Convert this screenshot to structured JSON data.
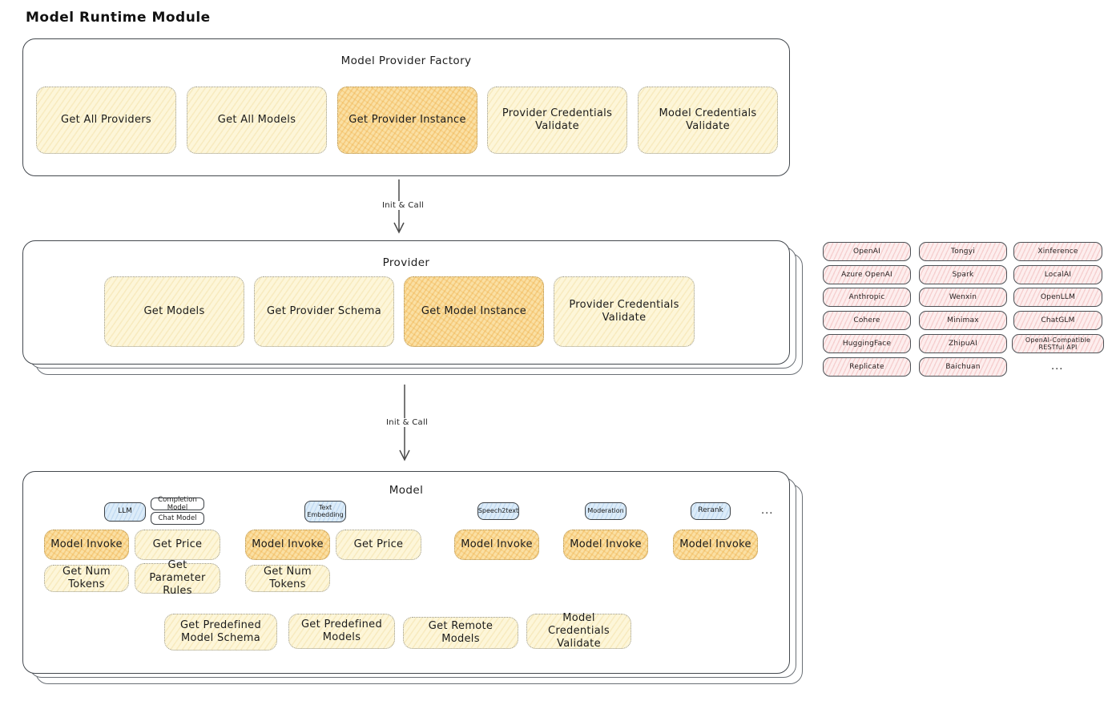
{
  "page_title": "Model Runtime Module",
  "factory": {
    "title": "Model Provider Factory",
    "buttons": [
      {
        "label": "Get All Providers",
        "highlight": false
      },
      {
        "label": "Get All Models",
        "highlight": false
      },
      {
        "label": "Get Provider Instance",
        "highlight": true
      },
      {
        "label": "Provider Credentials Validate",
        "highlight": false
      },
      {
        "label": "Model Credentials Validate",
        "highlight": false
      }
    ]
  },
  "arrows": {
    "factory_to_provider": "Init & Call",
    "provider_to_model": "Init & Call"
  },
  "provider": {
    "title": "Provider",
    "buttons": [
      {
        "label": "Get Models",
        "highlight": false
      },
      {
        "label": "Get Provider Schema",
        "highlight": false
      },
      {
        "label": "Get Model Instance",
        "highlight": true
      },
      {
        "label": "Provider Credentials Validate",
        "highlight": false
      }
    ]
  },
  "model": {
    "title": "Model",
    "types": {
      "llm": "LLM",
      "completion": "Completion Model",
      "chat": "Chat Model",
      "text_embedding": "Text Embedding",
      "speech2text": "Speech2text",
      "moderation": "Moderation",
      "rerank": "Rerank",
      "more": "..."
    },
    "ops": {
      "llm_invoke": "Model Invoke",
      "llm_price": "Get Price",
      "llm_tokens": "Get Num Tokens",
      "llm_rules": "Get Parameter Rules",
      "emb_invoke": "Model Invoke",
      "emb_price": "Get Price",
      "emb_tokens": "Get Num Tokens",
      "s2t_invoke": "Model Invoke",
      "mod_invoke": "Model Invoke",
      "rerank_invoke": "Model Invoke",
      "predefined_schema": "Get Predefined Model Schema",
      "predefined_models": "Get Predefined Models",
      "remote_models": "Get Remote Models",
      "credentials_validate": "Model Credentials Validate"
    }
  },
  "providers_list": {
    "columns": [
      [
        "OpenAI",
        "Azure OpenAI",
        "Anthropic",
        "Cohere",
        "HuggingFace",
        "Replicate"
      ],
      [
        "Tongyi",
        "Spark",
        "Wenxin",
        "Minimax",
        "ZhipuAI",
        "Baichuan"
      ],
      [
        "Xinference",
        "LocalAI",
        "OpenLLM",
        "ChatGLM",
        "OpenAI-Compatible RESTful API",
        "..."
      ]
    ]
  },
  "colors": {
    "background": "#ffffff",
    "box_border": "#43484e",
    "op_light_fill": "#fdf6d9",
    "op_highlight_fill": "#fae0a4",
    "blue_pill_fill": "#dcecf9",
    "pink_pill_fill": "#fdeeee",
    "text": "#1d1d1d",
    "arrow": "#4a4a4a"
  }
}
